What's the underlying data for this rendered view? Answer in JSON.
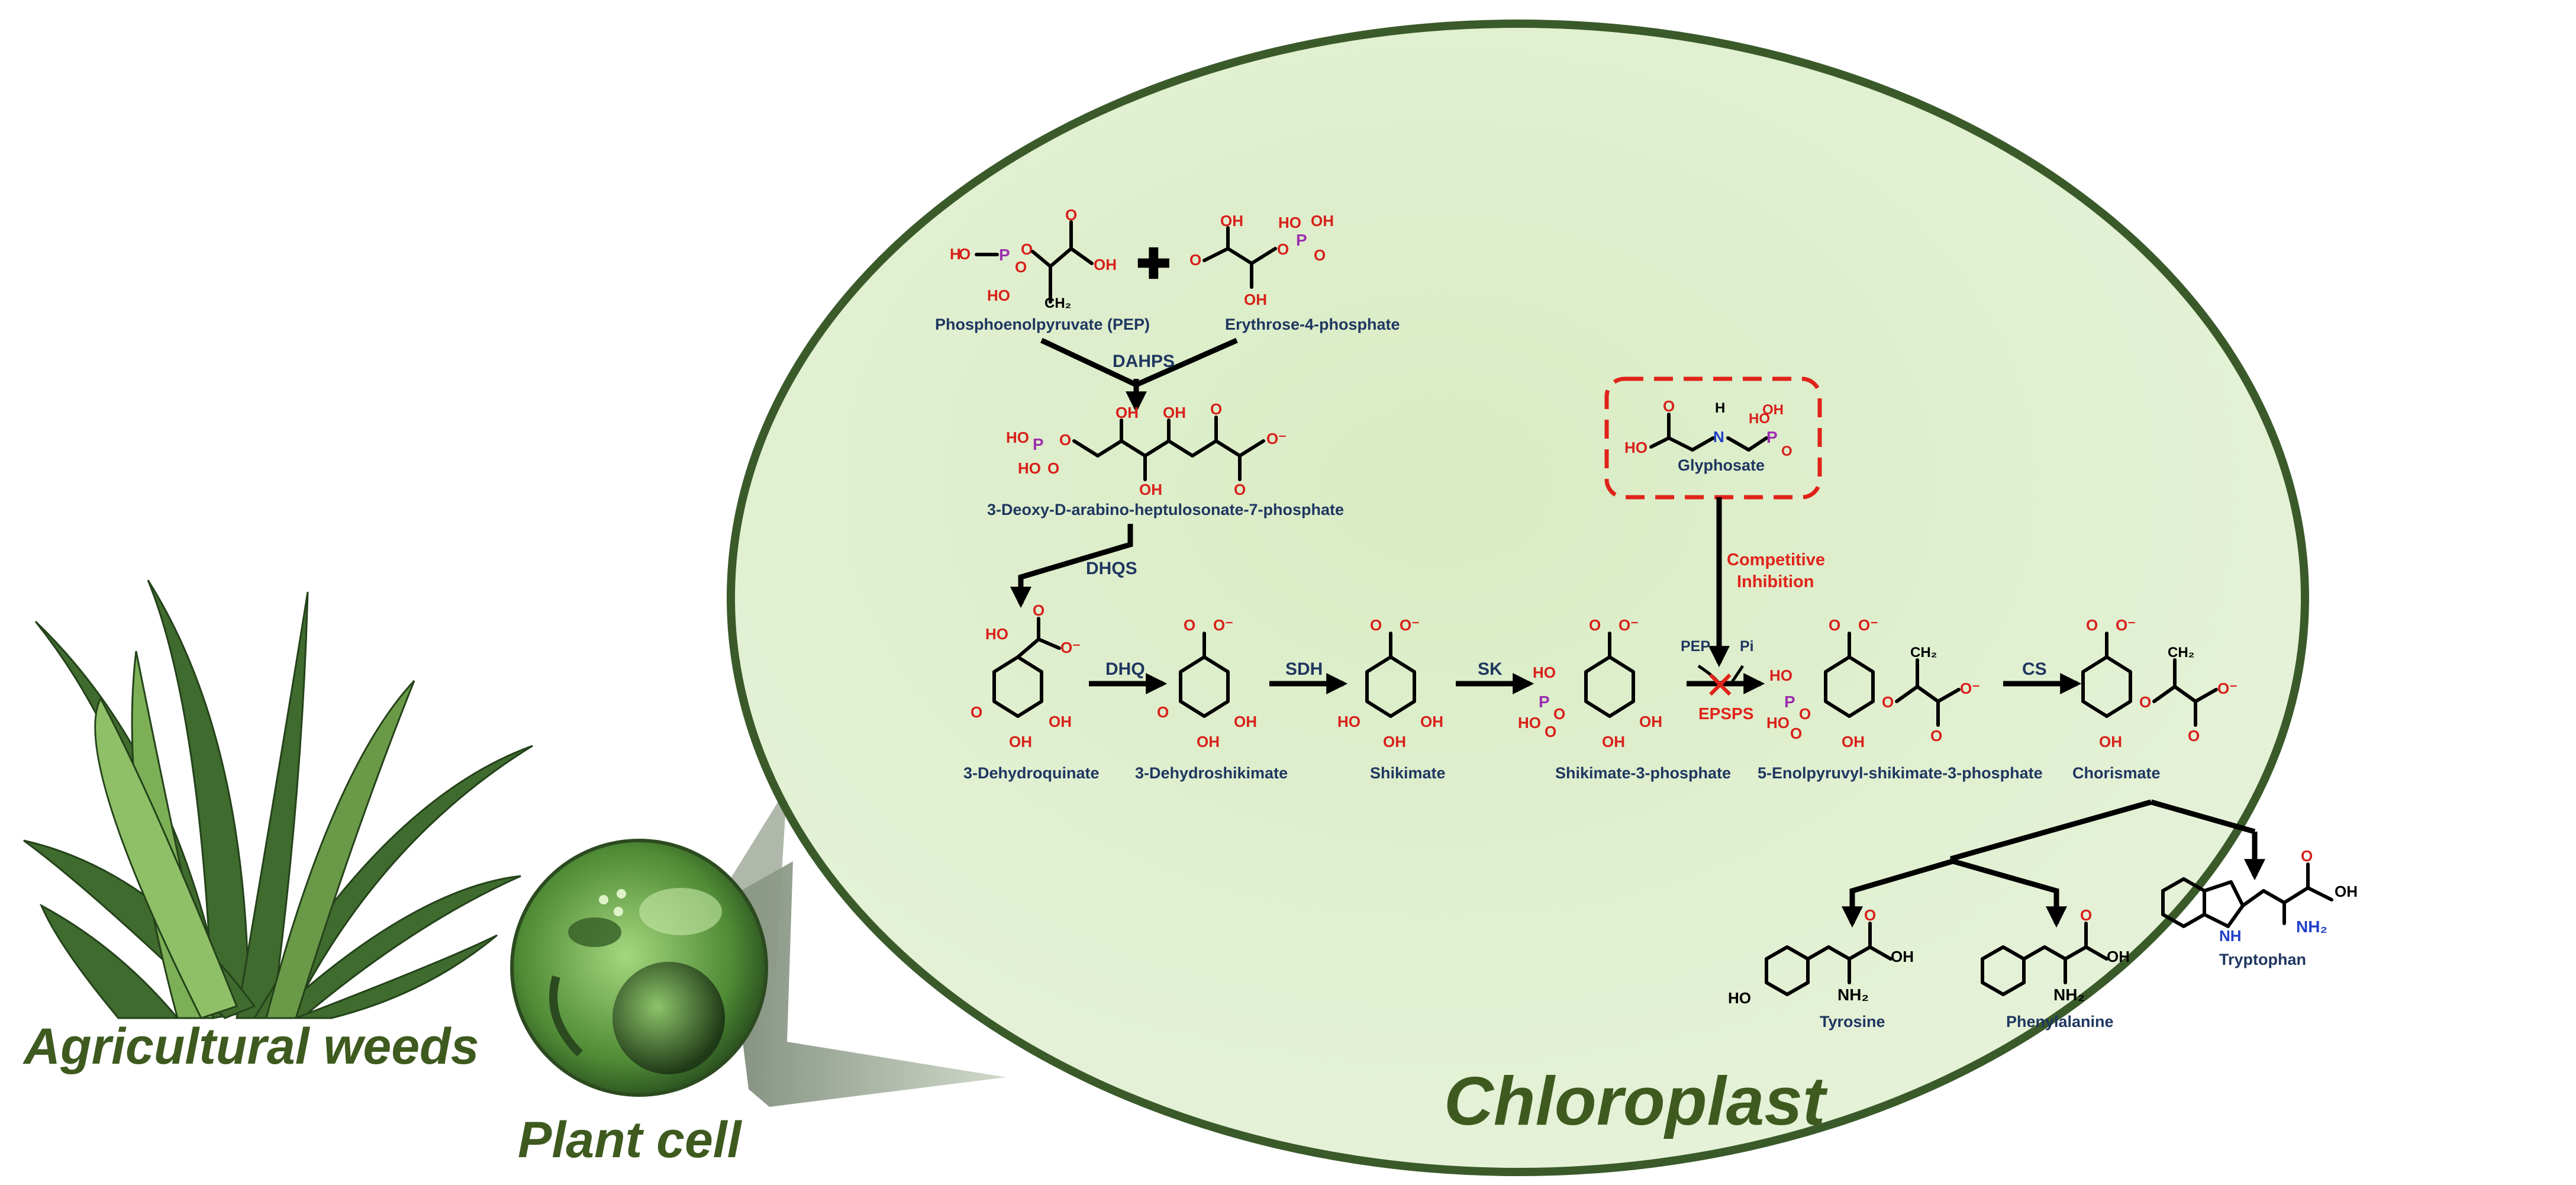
{
  "captions": {
    "weeds": "Agricultural weeds",
    "cell": "Plant cell",
    "chloroplast": "Chloroplast"
  },
  "compounds": {
    "pep": "Phosphoenolpyruvate (PEP)",
    "e4p": "Erythrose-4-phosphate",
    "dahp": "3-Deoxy-D-arabino-heptulosonate-7-phosphate",
    "dhquinate": "3-Dehydroquinate",
    "dhshikimate": "3-Dehydroshikimate",
    "shikimate": "Shikimate",
    "s3p": "Shikimate-3-phosphate",
    "epsp": "5-Enolpyruvyl-shikimate-3-phosphate",
    "chorismate": "Chorismate",
    "glyphosate": "Glyphosate",
    "tyrosine": "Tyrosine",
    "phenylalanine": "Phenylalanine",
    "tryptophan": "Tryptophan"
  },
  "enzymes": {
    "dahps": "DAHPS",
    "dhqs": "DHQS",
    "dhq": "DHQ",
    "sdh": "SDH",
    "sk": "SK",
    "epsps": "EPSPS",
    "cs": "CS"
  },
  "inhibition": {
    "line1": "Competitive",
    "line2": "Inhibition"
  },
  "cofactors": {
    "pep": "PEP",
    "pi": "Pi"
  },
  "colors": {
    "chloroplast_fill": "#e3f0d2",
    "chloroplast_border": "#3a5a2a",
    "inhibition_red": "#e0231a",
    "label_navy": "#1f3760",
    "caption_green": "#3e5a1f",
    "oxygen_red": "#d8201a",
    "phosphorus_purple": "#9b2fae",
    "nitrogen_blue": "#2040c8"
  }
}
